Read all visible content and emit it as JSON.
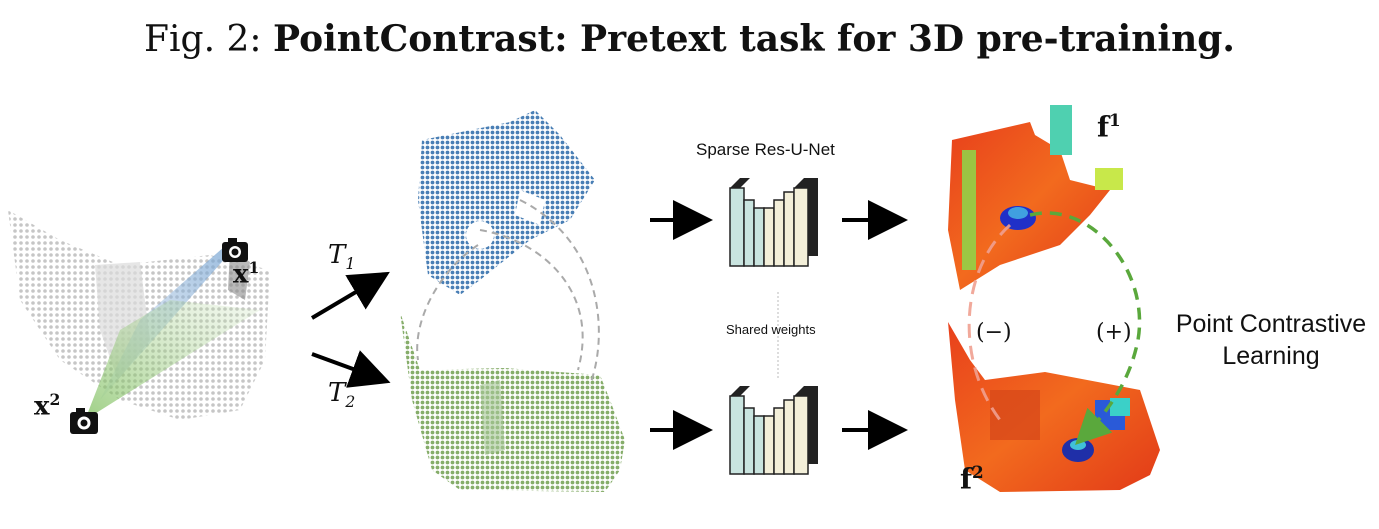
{
  "figure": {
    "fig_label": "Fig. 2:",
    "title": "PointContrast: Pretext task for 3D pre-training."
  },
  "labels": {
    "view1": "x",
    "view1_sup": "1",
    "view2": "x",
    "view2_sup": "2",
    "transform1": "T",
    "transform1_sub": "1",
    "transform2": "T",
    "transform2_sub": "2",
    "network": "Sparse Res-U-Net",
    "shared": "Shared weights",
    "feat1": "f",
    "feat1_sup": "1",
    "feat2": "f",
    "feat2_sup": "2",
    "negative": "(−)",
    "positive": "(+)",
    "objective_line1": "Point Contrastive",
    "objective_line2": "Learning"
  },
  "colors": {
    "scene": "#c8c8c8",
    "view1_cloud": "#4a7fb5",
    "view2_cloud": "#86ad6a",
    "network_blocks_front": "#c9e4df",
    "network_blocks_back": "#f3efd9",
    "positive_arrow": "#5aa83c",
    "negative_arrow": "#f0a090",
    "feature_hot": "#e8401c"
  },
  "icons": [
    "camera-icon",
    "arrow-icon"
  ]
}
